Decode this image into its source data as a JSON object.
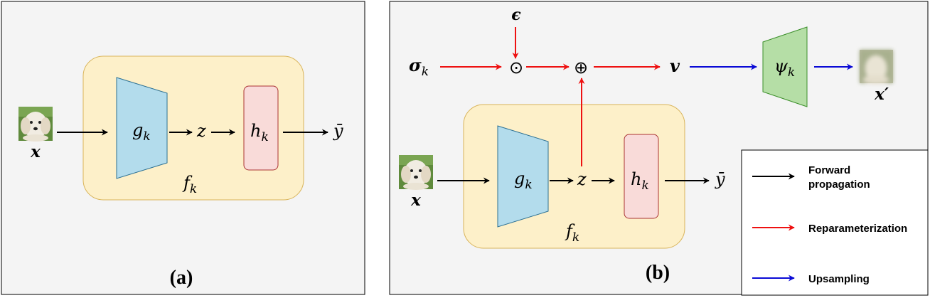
{
  "panel_a": {
    "caption": "(a)",
    "input_label": "x",
    "encoder_label": "g",
    "encoder_sub": "k",
    "latent_label": "z",
    "head_label": "h",
    "head_sub": "k",
    "output_label": "ȳ",
    "model_label": "f",
    "model_sub": "k"
  },
  "panel_b": {
    "caption": "(b)",
    "input_label": "x",
    "encoder_label": "g",
    "encoder_sub": "k",
    "latent_label": "z",
    "head_label": "h",
    "head_sub": "k",
    "output_label": "ȳ",
    "model_label": "f",
    "model_sub": "k",
    "noise_label": "ϵ",
    "sigma_label": "σ",
    "sigma_sub": "k",
    "hadamard_symbol": "⊙",
    "sum_symbol": "⊕",
    "v_label": "v",
    "decoder_label": "ψ",
    "decoder_sub": "k",
    "reconstruction_label": "x′"
  },
  "legend": {
    "items": [
      {
        "label_line1": "Forward",
        "label_line2": "propagation",
        "color": "#000000"
      },
      {
        "label_line1": "Reparameterization",
        "label_line2": "",
        "color": "#ee1111"
      },
      {
        "label_line1": "Upsampling",
        "label_line2": "",
        "color": "#0a0ad6"
      }
    ]
  },
  "colors": {
    "panel_bg": "#f4f4f4",
    "model_box": "#fdf0c9",
    "encoder": "#b3dcec",
    "head": "#f9dbd9",
    "decoder": "#b5dea6",
    "forward": "#000000",
    "reparam": "#ee1111",
    "upsample": "#0a0ad6"
  }
}
